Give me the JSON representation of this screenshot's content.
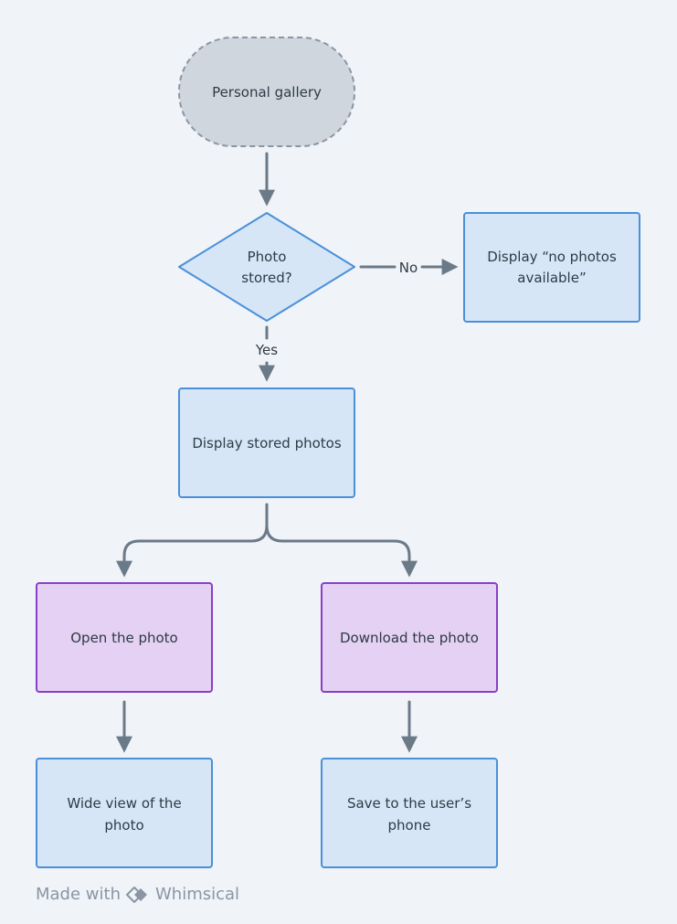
{
  "nodes": {
    "start": {
      "label": "Personal gallery"
    },
    "decision": {
      "line1": "Photo",
      "line2": "stored?"
    },
    "no_photos": {
      "line1": "Display “no photos",
      "line2": "available”"
    },
    "display_stored": {
      "label": "Display stored photos"
    },
    "open_photo": {
      "label": "Open the photo"
    },
    "download_photo": {
      "label": "Download the photo"
    },
    "wide_view": {
      "line1": "Wide view of the",
      "line2": "photo"
    },
    "save_phone": {
      "line1": "Save to the user’s",
      "line2": "phone"
    }
  },
  "edges": {
    "no_label": "No",
    "yes_label": "Yes"
  },
  "footer": {
    "made_with": "Made with",
    "brand": "Whimsical"
  },
  "colors": {
    "background": "#f0f3f7",
    "terminal_fill": "#cfd6de",
    "terminal_stroke": "#8a96a4",
    "process_fill": "#d6e6f7",
    "process_stroke": "#4a90d9",
    "action_fill": "#e4d1f3",
    "action_stroke": "#8a3fc7",
    "arrow": "#6b7a88"
  }
}
